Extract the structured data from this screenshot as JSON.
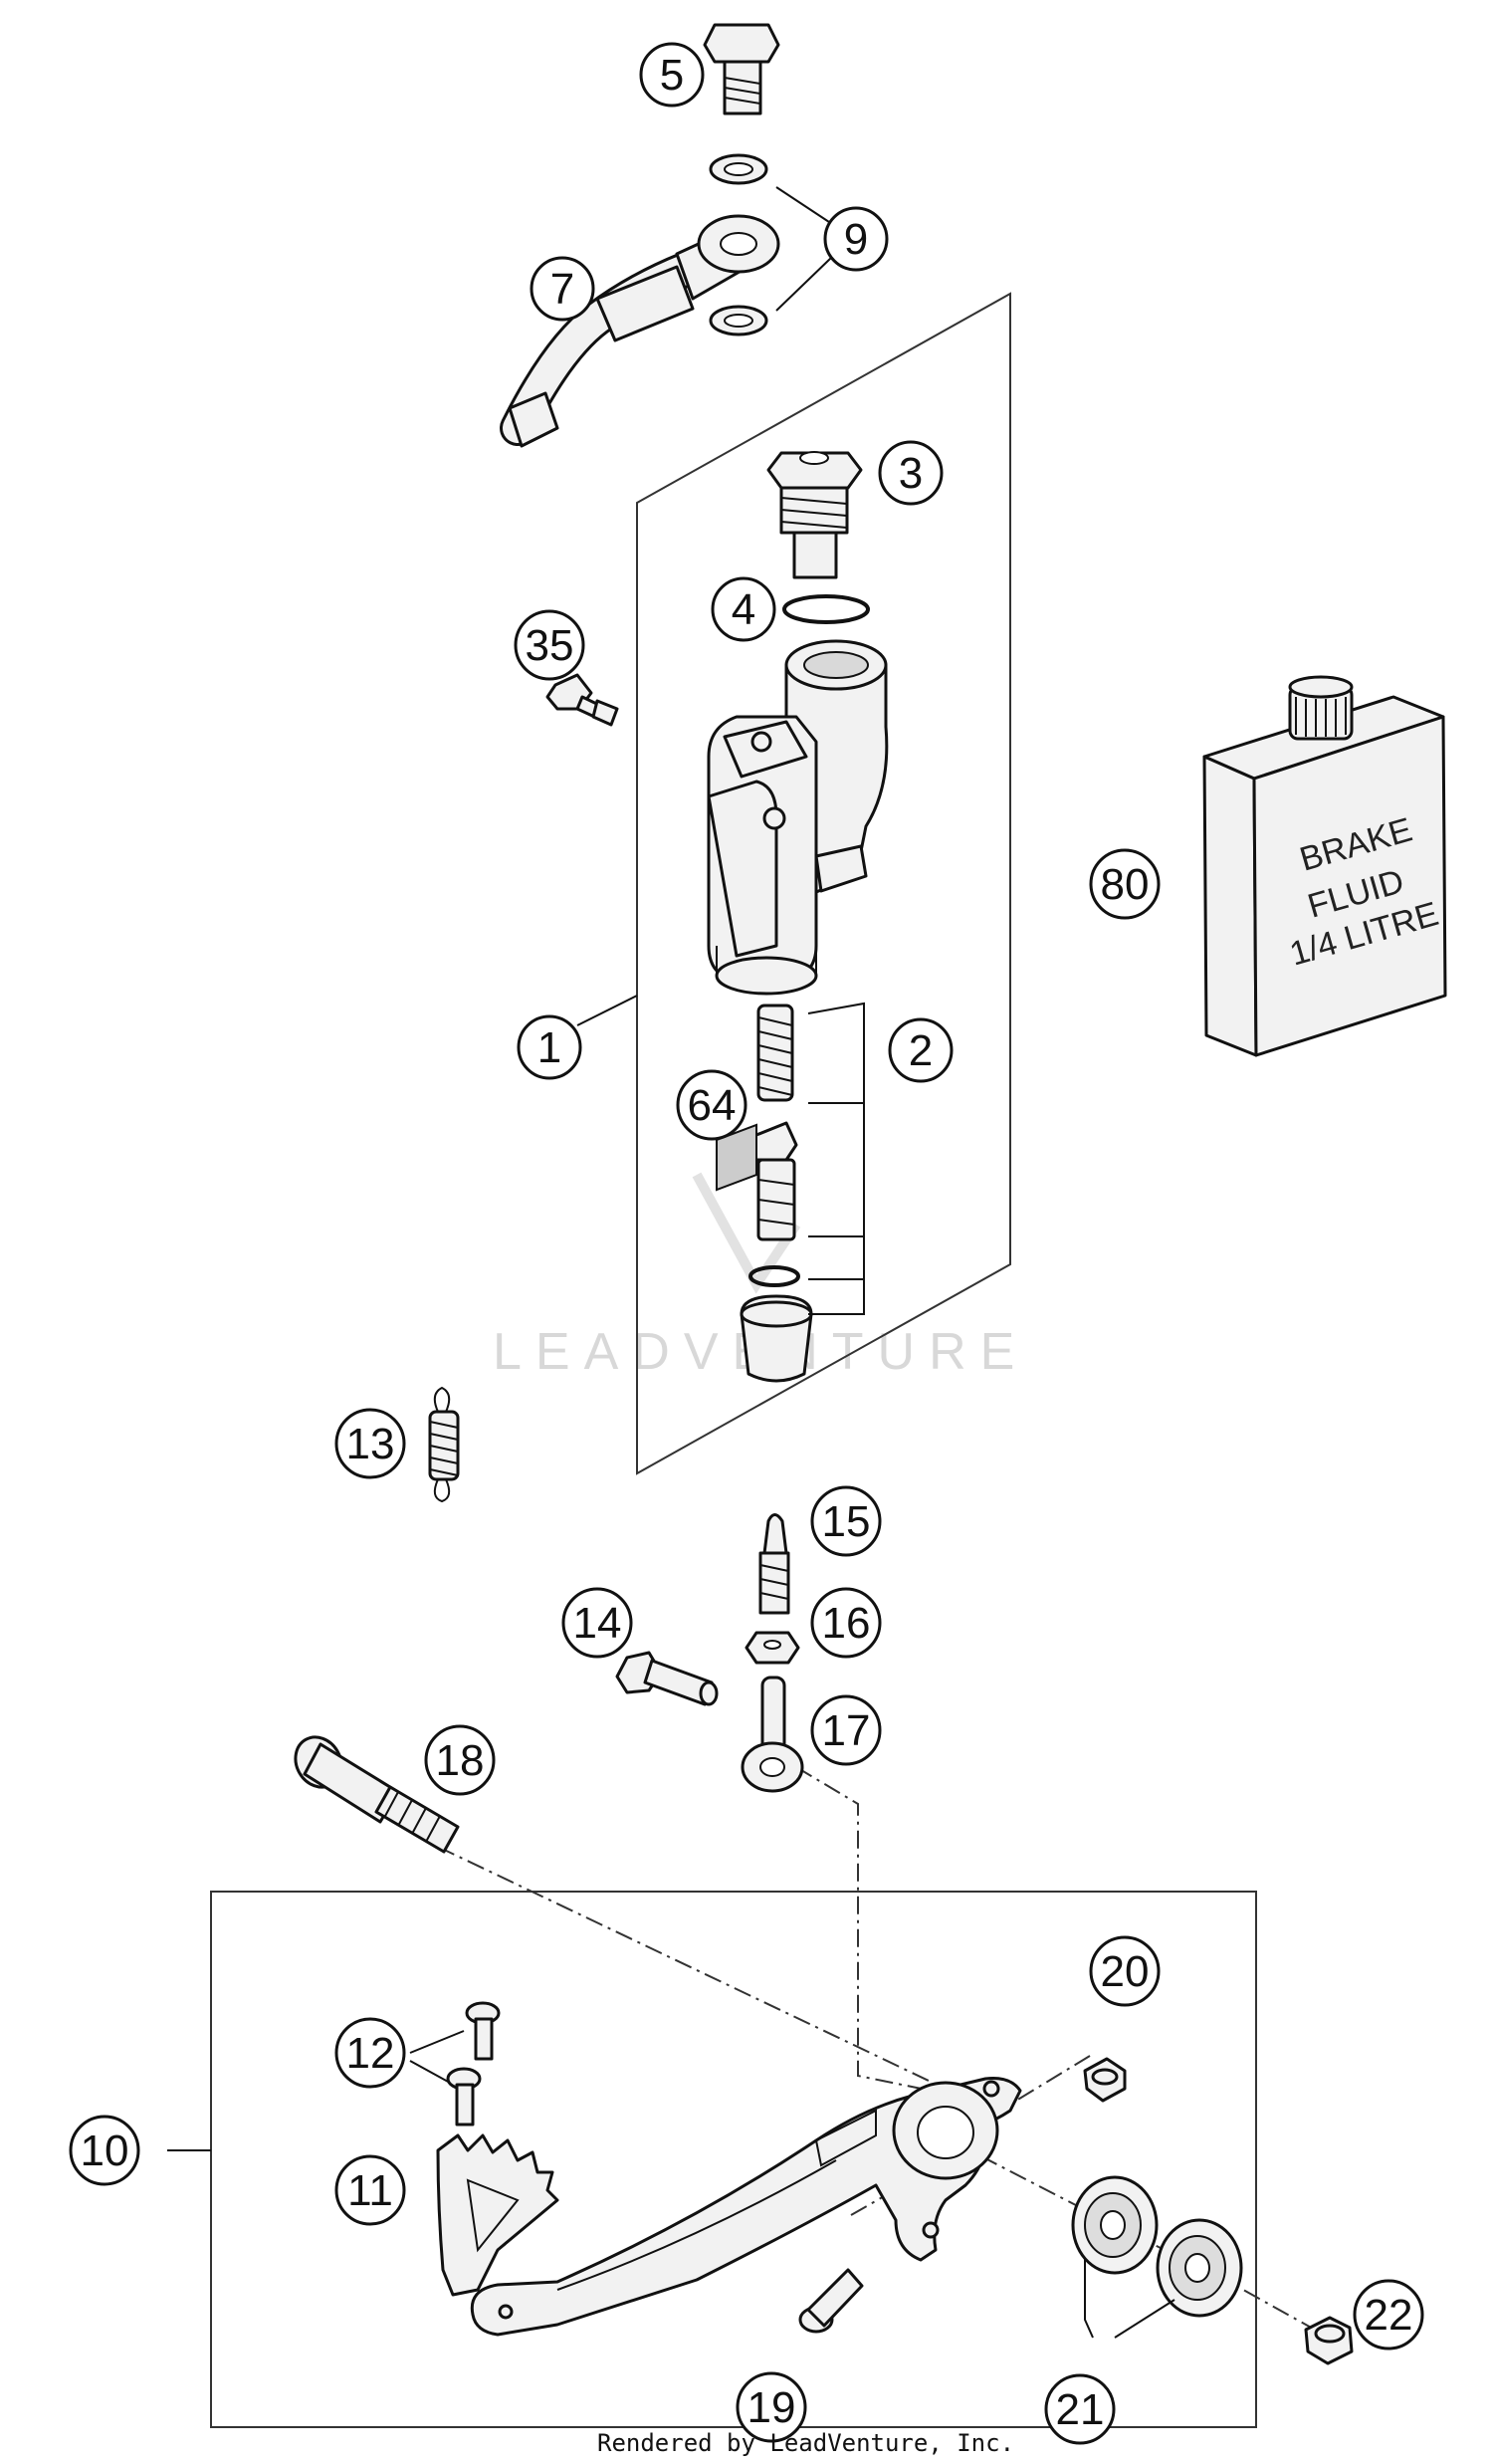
{
  "diagram": {
    "watermark": "LEADVENTURE",
    "footer": "Rendered by LeadVenture, Inc.",
    "bottle_label": [
      "BRAKE",
      "FLUID",
      "1/4 LITRE"
    ],
    "callouts": [
      {
        "id": "c5",
        "label": "5"
      },
      {
        "id": "c9",
        "label": "9"
      },
      {
        "id": "c7",
        "label": "7"
      },
      {
        "id": "c3",
        "label": "3"
      },
      {
        "id": "c4",
        "label": "4"
      },
      {
        "id": "c35",
        "label": "35"
      },
      {
        "id": "c80",
        "label": "80"
      },
      {
        "id": "c1",
        "label": "1"
      },
      {
        "id": "c2",
        "label": "2"
      },
      {
        "id": "c64",
        "label": "64"
      },
      {
        "id": "c13",
        "label": "13"
      },
      {
        "id": "c15",
        "label": "15"
      },
      {
        "id": "c14",
        "label": "14"
      },
      {
        "id": "c16",
        "label": "16"
      },
      {
        "id": "c17",
        "label": "17"
      },
      {
        "id": "c18",
        "label": "18"
      },
      {
        "id": "c20",
        "label": "20"
      },
      {
        "id": "c12",
        "label": "12"
      },
      {
        "id": "c10",
        "label": "10"
      },
      {
        "id": "c11",
        "label": "11"
      },
      {
        "id": "c22",
        "label": "22"
      },
      {
        "id": "c19",
        "label": "19"
      },
      {
        "id": "c21",
        "label": "21"
      }
    ]
  }
}
